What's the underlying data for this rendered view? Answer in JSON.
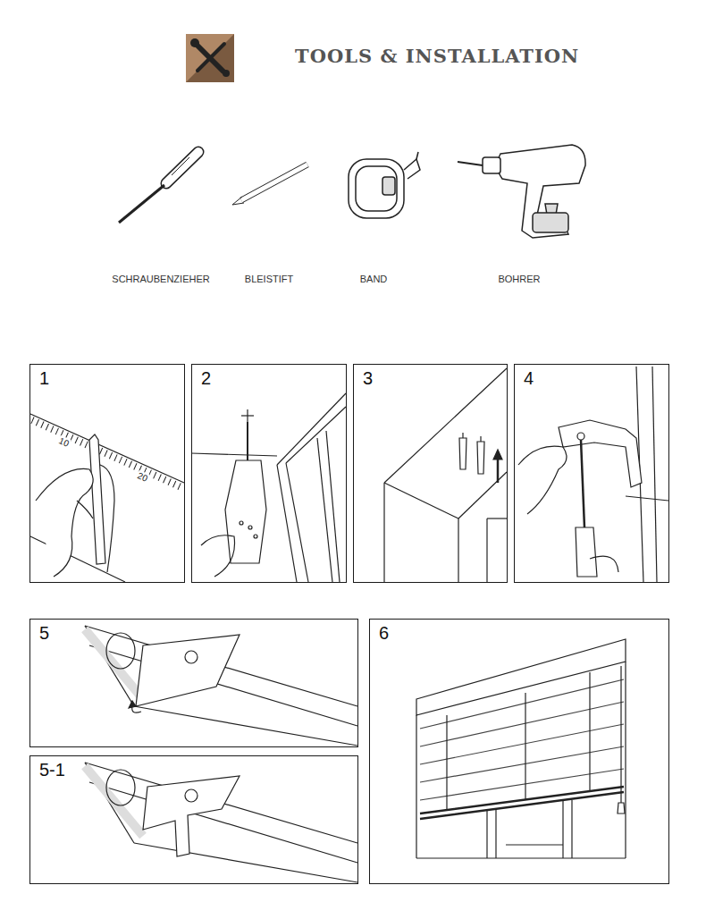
{
  "diagram": {
    "title": "TOOLS & INSTALLATION",
    "nodes": [
      {
        "text": [
          "1"
        ]
      },
      {
        "text": [
          "2"
        ]
      },
      {
        "text": [
          "3"
        ]
      },
      {
        "text": [
          "4"
        ]
      },
      {
        "text": [
          "5"
        ]
      },
      {
        "text": [
          "5-1"
        ]
      },
      {
        "text": [
          "6"
        ]
      }
    ],
    "labels": [
      "SCHRAUBENZIEHER",
      "BLEISTIFT",
      "BAND",
      "BOHRER",
      "10",
      "20"
    ]
  }
}
